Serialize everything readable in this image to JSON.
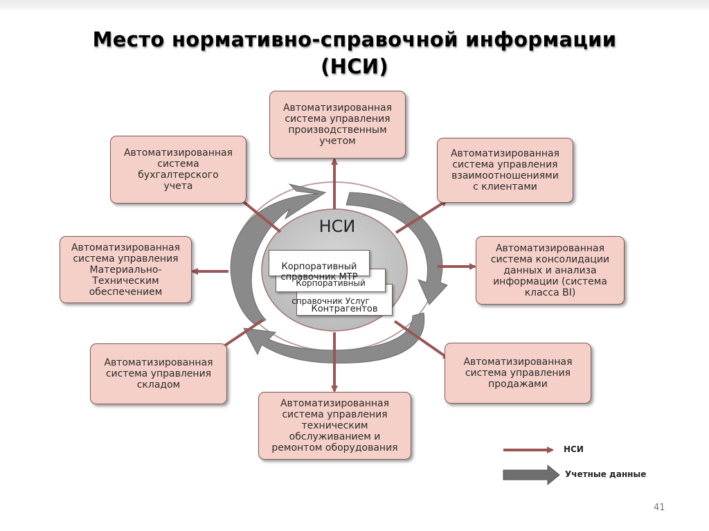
{
  "title": {
    "line1": "Место нормативно-справочной информации",
    "line2": "(НСИ)"
  },
  "center": {
    "label": "НСИ",
    "cards": [
      "Корпоративный\nсправочник МТР",
      "Корпоративный",
      "справочник Услуг",
      "Контрагентов"
    ]
  },
  "systems": {
    "production": "Автоматизированная\nсистема управления\nпроизводственным\nучетом",
    "accounting": "Автоматизированная\nсистема\nбухгалтерского\nучета",
    "crm": "Автоматизированная\nсистема управления\nвзаимоотношениями\nс клиентами",
    "mto": "Автоматизированная\nсистема управления\nМатериально-\nТехническим\nобеспечением",
    "bi": "Автоматизированная\nсистема консолидации\nданных и анализа\nинформации (система\nкласса BI)",
    "warehouse": "Автоматизированная\nсистема управления\nскладом",
    "sales": "Автоматизированная\nсистема управления\nпродажами",
    "maintenance": "Автоматизированная\nсистема управления\nтехническим\nобслуживанием и\nремонтом оборудования"
  },
  "legend": {
    "nsi": "НСИ",
    "accounting_data": "Учетные данные"
  },
  "page_number": "41",
  "colors": {
    "box_fill": "#f5d0c8",
    "nsi_arrow": "#9a5555",
    "data_arrow": "#6e6e6e",
    "center_fill": "#c6c6c6"
  }
}
